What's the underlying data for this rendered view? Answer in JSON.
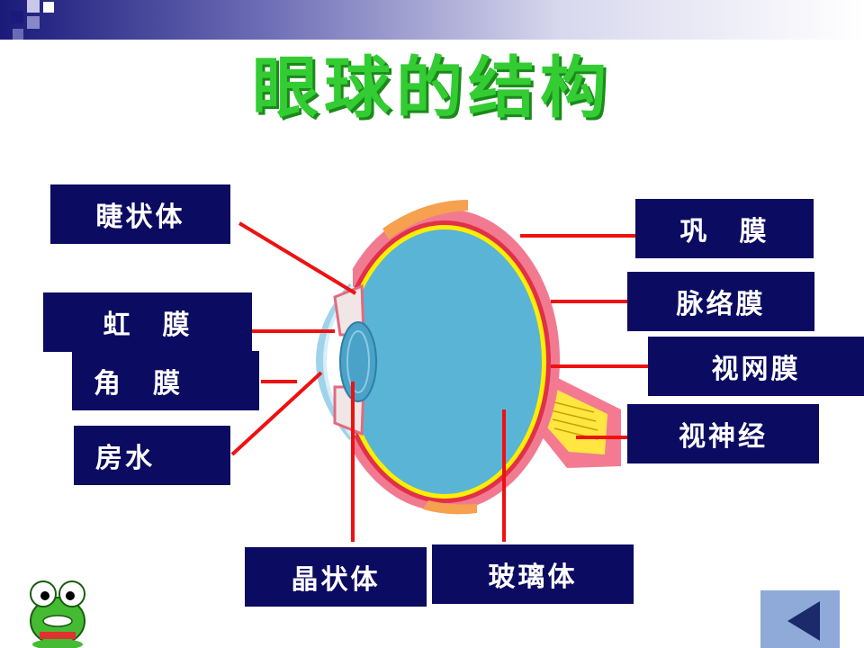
{
  "title": "眼球的结构",
  "labels": {
    "ciliary_body": "睫状体",
    "iris": "虹　膜",
    "cornea": "角　膜",
    "aqueous_humor": "房水",
    "lens": "晶状体",
    "vitreous_body": "玻璃体",
    "sclera": "巩　膜",
    "choroid": "脉络膜",
    "retina": "视网膜",
    "optic_nerve": "视神经"
  },
  "colors": {
    "title": "#33cc33",
    "label_bg": "#0b0b62",
    "leader_line": "#ee1111",
    "vitreous": "#5ab4d6",
    "sclera": "#f27a90",
    "retina": "#ffee00"
  },
  "icons": {
    "mascot": "frog-mascot-icon",
    "nav": "back-arrow-icon"
  }
}
